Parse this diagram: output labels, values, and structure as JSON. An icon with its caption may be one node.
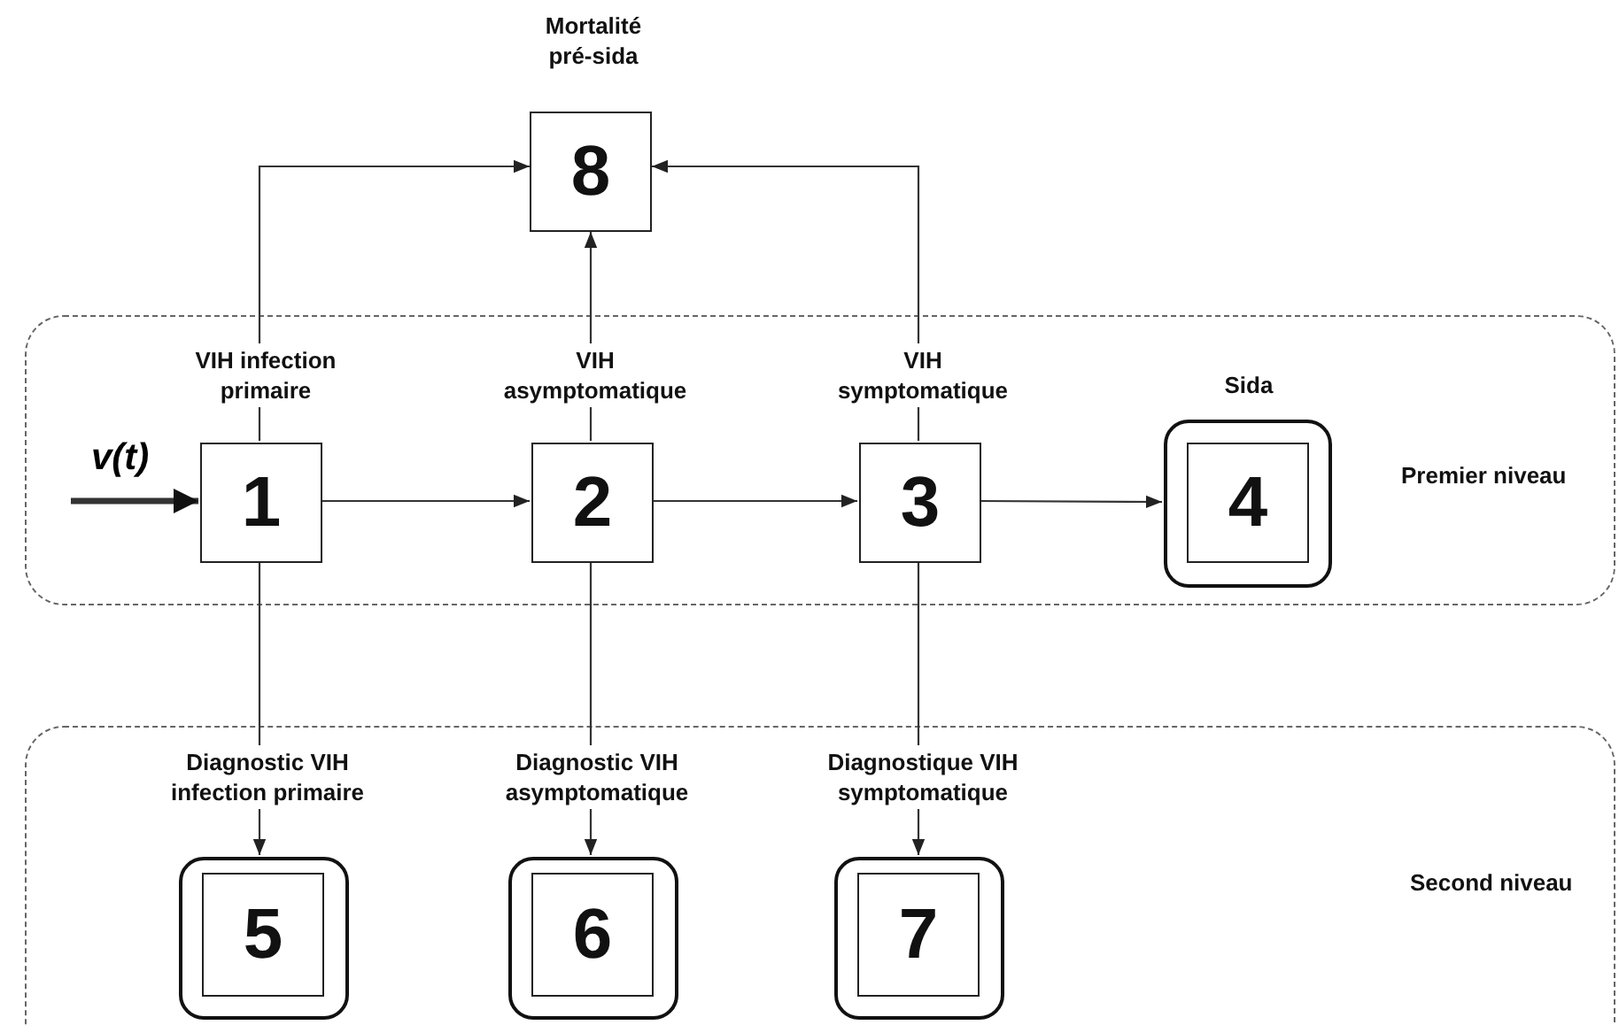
{
  "diagram": {
    "nodes": [
      {
        "text": [
          "Mortalité pré-sida",
          "8"
        ]
      },
      {
        "text": [
          "Premier niveau"
        ]
      },
      {
        "text": [
          "VIH infection primaire",
          "1"
        ],
        "in": 1
      },
      {
        "text": [
          "VIH asymptomatique",
          "2"
        ],
        "in": 1
      },
      {
        "text": [
          "VIH symptomatique",
          "3"
        ],
        "in": 1
      },
      {
        "text": [
          "Sida",
          "4"
        ],
        "in": 1
      },
      {
        "text": [
          "Second niveau"
        ]
      },
      {
        "text": [
          "Diagnostic VIH infection primaire",
          "5"
        ],
        "in": 6
      },
      {
        "text": [
          "Diagnostic VIH asymptomatique",
          "6"
        ],
        "in": 6
      },
      {
        "text": [
          "Diagnostique VIH symptomatique",
          "7"
        ],
        "in": 6
      }
    ],
    "edges": [
      {
        "from": null,
        "to": 2,
        "arrow": "to",
        "label": "v(t)",
        "style": "thick"
      },
      {
        "from": 2,
        "to": 3,
        "arrow": "to"
      },
      {
        "from": 3,
        "to": 4,
        "arrow": "to"
      },
      {
        "from": 4,
        "to": 5,
        "arrow": "to"
      },
      {
        "from": 2,
        "to": 0,
        "arrow": "to"
      },
      {
        "from": 3,
        "to": 0,
        "arrow": "to"
      },
      {
        "from": 4,
        "to": 0,
        "arrow": "to"
      },
      {
        "from": 2,
        "to": 7,
        "arrow": "to"
      },
      {
        "from": 3,
        "to": 8,
        "arrow": "to"
      },
      {
        "from": 4,
        "to": 9,
        "arrow": "to"
      }
    ]
  }
}
